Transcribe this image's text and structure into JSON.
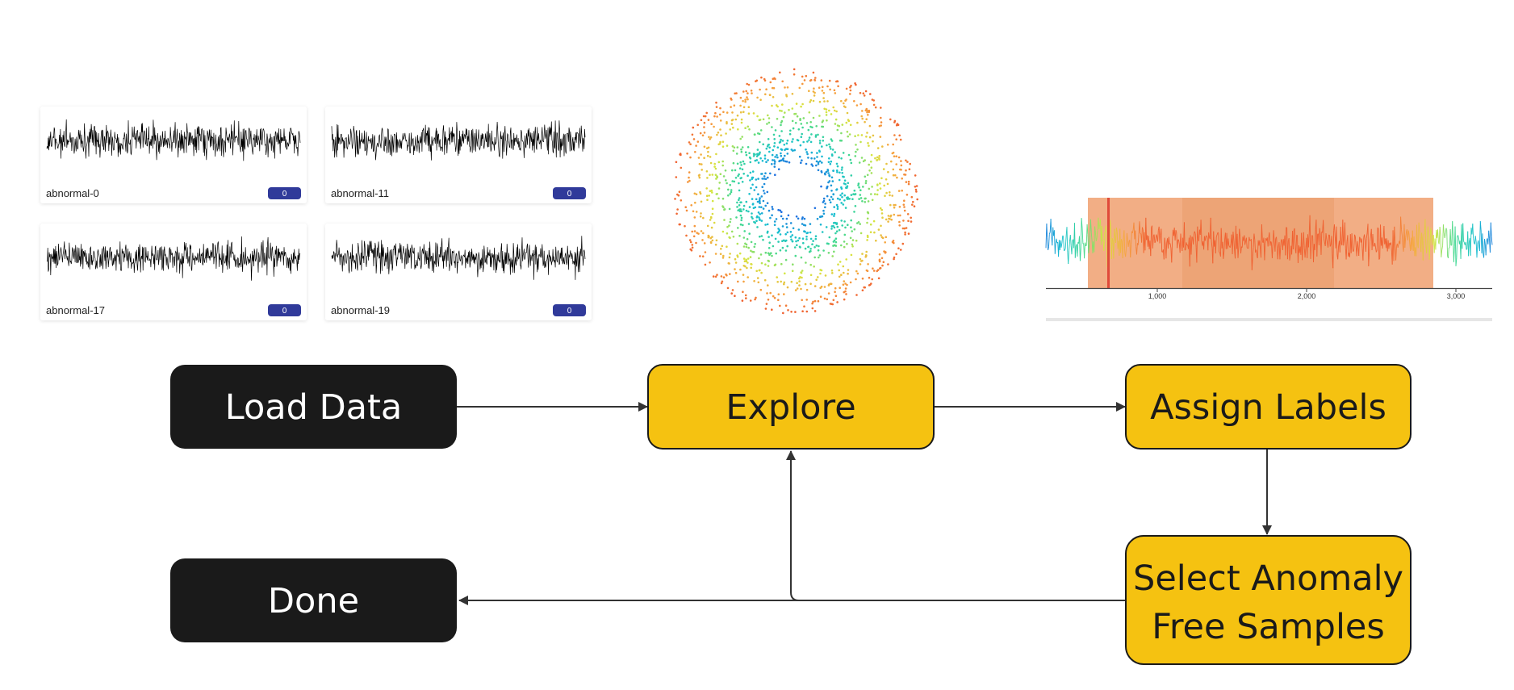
{
  "colors": {
    "dark_node": "#1a1a1a",
    "yellow_node": "#f5c211",
    "badge": "#303a9a",
    "arrow": "#333333",
    "highlight": "#f0a070",
    "marker": "#e04a3a"
  },
  "sample_cards": [
    {
      "name": "abnormal-0",
      "badge": "0"
    },
    {
      "name": "abnormal-11",
      "badge": "0"
    },
    {
      "name": "abnormal-17",
      "badge": "0"
    },
    {
      "name": "abnormal-19",
      "badge": "0"
    }
  ],
  "embedding_plot": {
    "type": "scatter",
    "description_icon": "ring-scatter",
    "colormap": [
      "#1e6fe0",
      "#18c0d0",
      "#40d890",
      "#d6e640",
      "#f6a640",
      "#f06030"
    ]
  },
  "signal_plot": {
    "ticks": [
      "1,000",
      "2,000",
      "3,000"
    ]
  },
  "flow": {
    "nodes": {
      "load_data": "Load Data",
      "explore": "Explore",
      "assign_labels": "Assign Labels",
      "select_line1": "Select Anomaly",
      "select_line2": "Free Samples",
      "done": "Done"
    }
  }
}
